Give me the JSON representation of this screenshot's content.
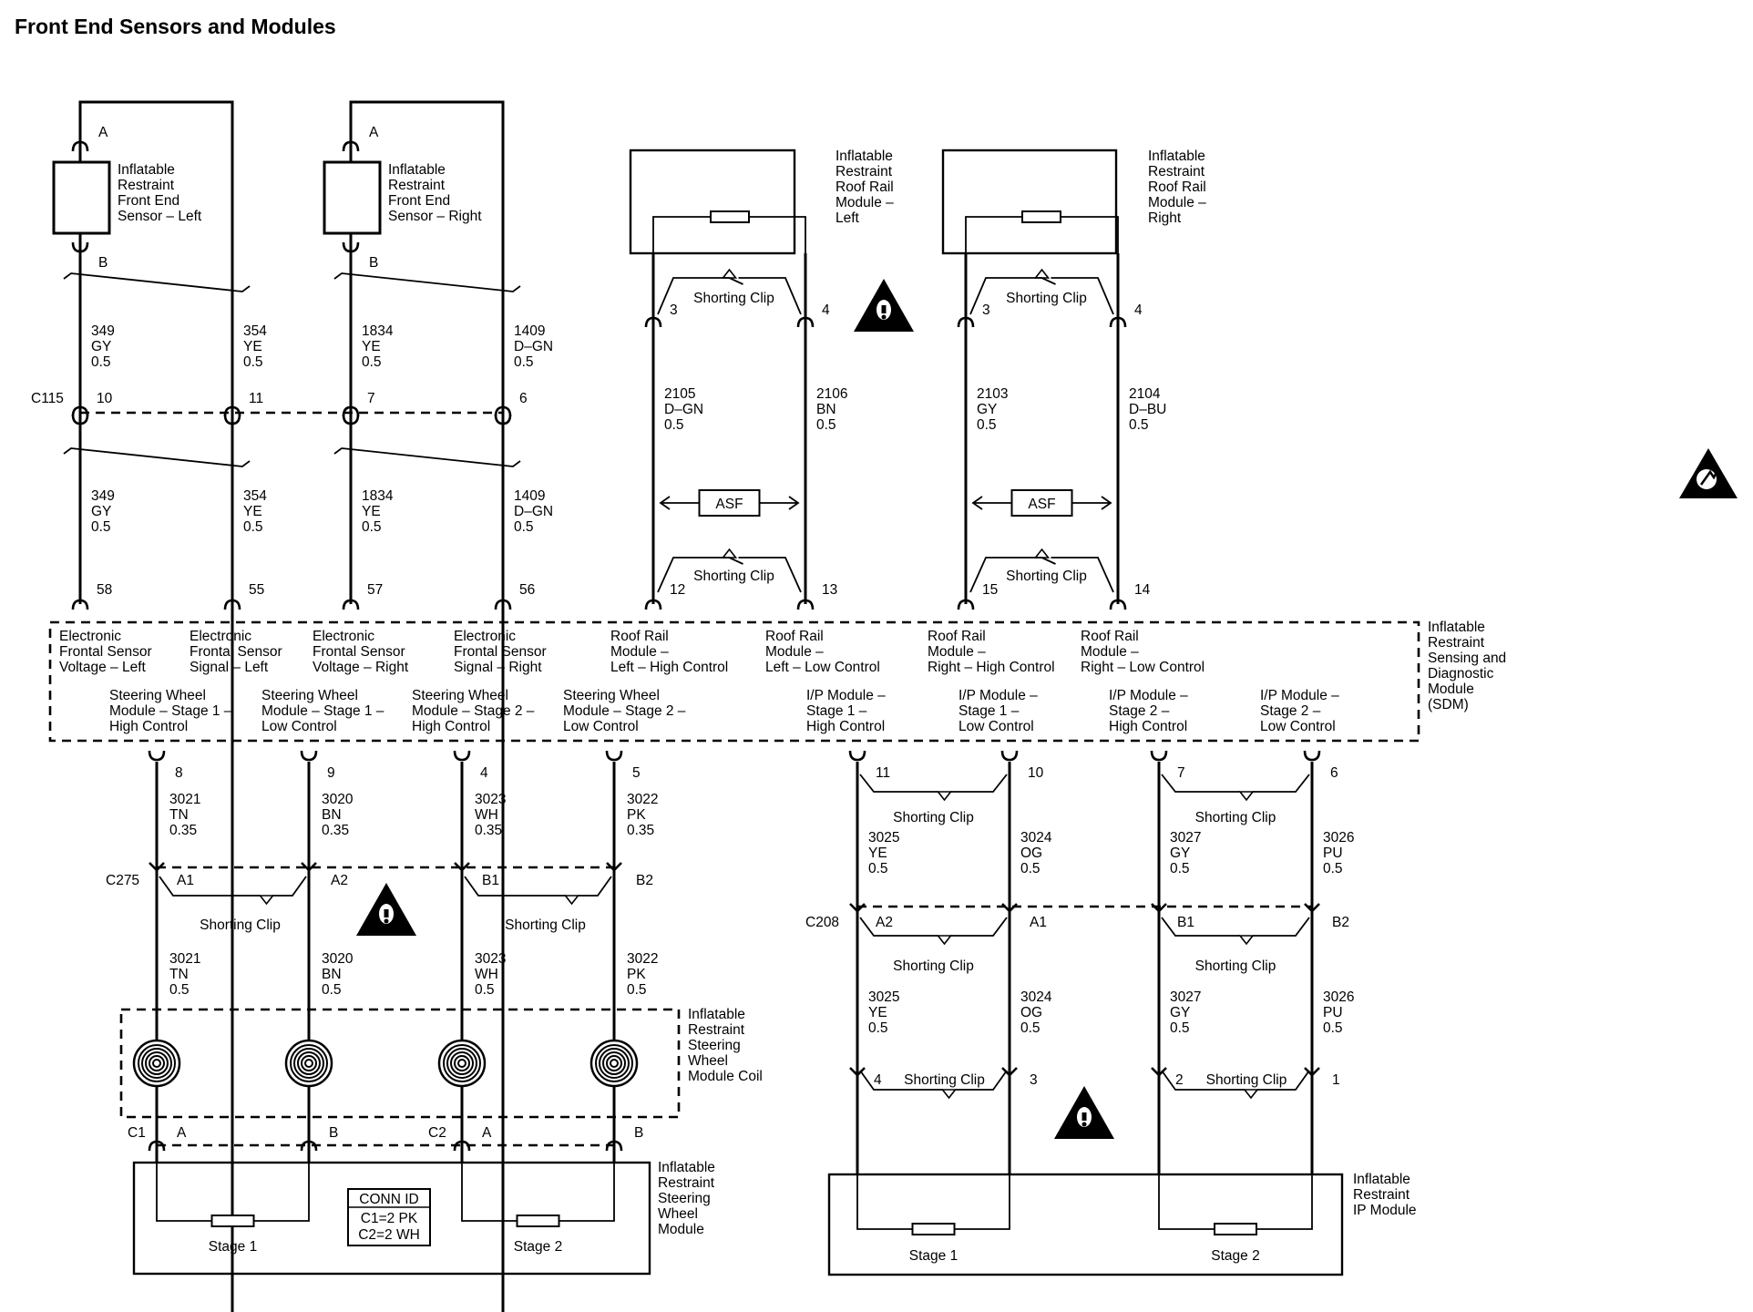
{
  "title": "Front End Sensors and Modules",
  "components": {
    "fes_left": "Inflatable\nRestraint\nFront End\nSensor – Left",
    "fes_right": "Inflatable\nRestraint\nFront End\nSensor – Right",
    "rrm_left": "Inflatable\nRestraint\nRoof Rail\nModule –\nLeft",
    "rrm_right": "Inflatable\nRestraint\nRoof Rail\nModule –\nRight",
    "sdm": "Inflatable\nRestraint\nSensing and\nDiagnostic\nModule\n(SDM)",
    "coil": "Inflatable\nRestraint\nSteering\nWheel\nModule Coil",
    "sw_module": "Inflatable\nRestraint\nSteering\nWheel\nModule",
    "ip_module": "Inflatable\nRestraint\nIP Module"
  },
  "sdm_pins_top": [
    {
      "pin": "58",
      "label": "Electronic\nFrontal Sensor\nVoltage – Left"
    },
    {
      "pin": "55",
      "label": "Electronic\nFrontal Sensor\nSignal – Left"
    },
    {
      "pin": "57",
      "label": "Electronic\nFrontal Sensor\nVoltage – Right"
    },
    {
      "pin": "56",
      "label": "Electronic\nFrontal Sensor\nSignal – Right"
    },
    {
      "pin": "12",
      "label": "Roof Rail\nModule –\nLeft – High Control"
    },
    {
      "pin": "13",
      "label": "Roof Rail\nModule –\nLeft – Low Control"
    },
    {
      "pin": "15",
      "label": "Roof Rail\nModule –\nRight – High Control"
    },
    {
      "pin": "14",
      "label": "Roof Rail\nModule –\nRight – Low Control"
    }
  ],
  "sdm_pins_bottom": [
    {
      "pin": "8",
      "label": "Steering Wheel\nModule – Stage 1 –\nHigh Control"
    },
    {
      "pin": "9",
      "label": "Steering Wheel\nModule – Stage 1 –\nLow Control"
    },
    {
      "pin": "4",
      "label": "Steering Wheel\nModule – Stage 2 –\nHigh Control"
    },
    {
      "pin": "5",
      "label": "Steering Wheel\nModule – Stage 2 –\nLow Control"
    },
    {
      "pin": "11",
      "label": "I/P Module –\nStage 1 –\nHigh Control"
    },
    {
      "pin": "10",
      "label": "I/P Module –\nStage 1 –\nLow Control"
    },
    {
      "pin": "7",
      "label": "I/P Module –\nStage 2 –\nHigh Control"
    },
    {
      "pin": "6",
      "label": "I/P Module –\nStage 2 –\nLow Control"
    }
  ],
  "wires": {
    "fes_upper": [
      "349\nGY\n0.5",
      "354\nYE\n0.5",
      "1834\nYE\n0.5",
      "1409\nD–GN\n0.5"
    ],
    "fes_lower": [
      "349\nGY\n0.5",
      "354\nYE\n0.5",
      "1834\nYE\n0.5",
      "1409\nD–GN\n0.5"
    ],
    "rrm": [
      "2105\nD–GN\n0.5",
      "2106\nBN\n0.5",
      "2103\nGY\n0.5",
      "2104\nD–BU\n0.5"
    ],
    "sw_upper": [
      "3021\nTN\n0.35",
      "3020\nBN\n0.35",
      "3023\nWH\n0.35",
      "3022\nPK\n0.35"
    ],
    "sw_lower": [
      "3021\nTN\n0.5",
      "3020\nBN\n0.5",
      "3023\nWH\n0.5",
      "3022\nPK\n0.5"
    ],
    "ip_upper": [
      "3025\nYE\n0.5",
      "3024\nOG\n0.5",
      "3027\nGY\n0.5",
      "3026\nPU\n0.5"
    ],
    "ip_lower": [
      "3025\nYE\n0.5",
      "3024\nOG\n0.5",
      "3027\nGY\n0.5",
      "3026\nPU\n0.5"
    ]
  },
  "connectors": {
    "c115": "C115",
    "c115_pins": [
      "10",
      "11",
      "7",
      "6"
    ],
    "c275": "C275",
    "c275_pins": [
      "A1",
      "A2",
      "B1",
      "B2"
    ],
    "c208": "C208",
    "c208_pins": [
      "A2",
      "A1",
      "B1",
      "B2"
    ],
    "sensor_pin_a": "A",
    "sensor_pin_b": "B",
    "rrm_pins": [
      "3",
      "4",
      "3",
      "4"
    ],
    "c1": "C1",
    "c2": "C2",
    "sw_pins": [
      "A",
      "B",
      "A",
      "B"
    ],
    "ip_pins": [
      "4",
      "3",
      "2",
      "1"
    ]
  },
  "labels": {
    "shorting_clip": "Shorting Clip",
    "asf": "ASF",
    "stage1": "Stage 1",
    "stage2": "Stage 2",
    "conn_id_title": "CONN ID",
    "conn_id_c1": "C1=2 PK",
    "conn_id_c2": "C2=2 WH"
  }
}
